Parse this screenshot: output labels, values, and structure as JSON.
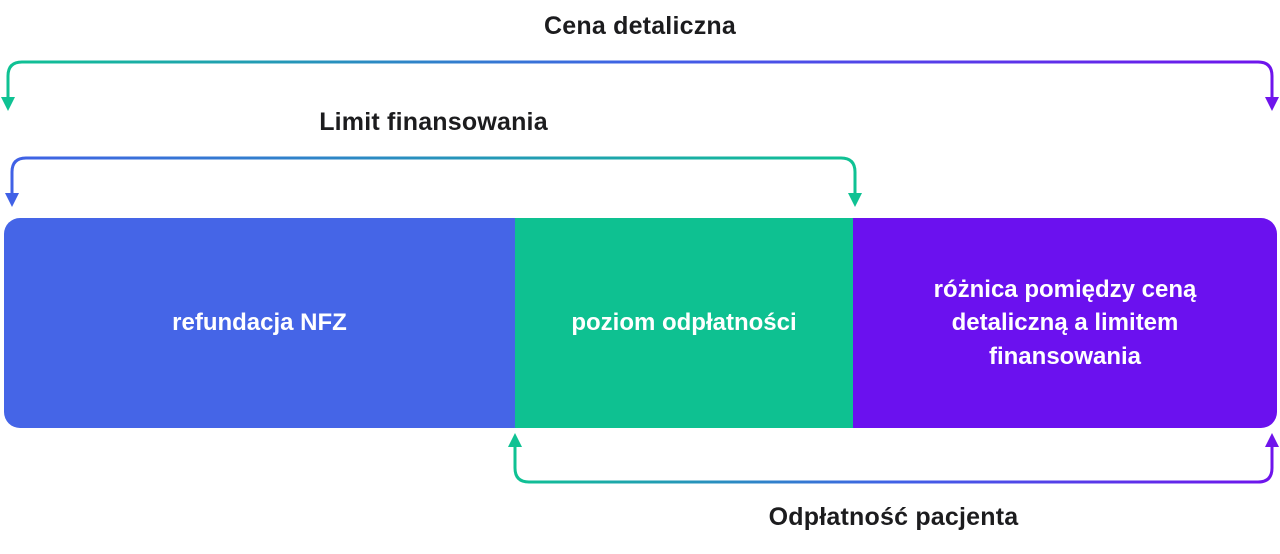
{
  "diagram": {
    "top_bracket_label": "Cena detaliczna",
    "limit_bracket_label": "Limit finansowania",
    "bottom_bracket_label": "Odpłatność pacjenta",
    "segments": [
      {
        "label": "refundacja NFZ",
        "color": "#4565E7"
      },
      {
        "label": "poziom odpłatności",
        "color": "#0EC191"
      },
      {
        "label": "różnica pomiędzy ceną detaliczną a limitem finansowania",
        "color": "#6B11EF"
      }
    ],
    "colors": {
      "green": "#0FC293",
      "blue": "#4061E6",
      "purple": "#6F14EC",
      "heading_text": "#1C1C1E",
      "label_text": "#FFFFFF"
    }
  }
}
